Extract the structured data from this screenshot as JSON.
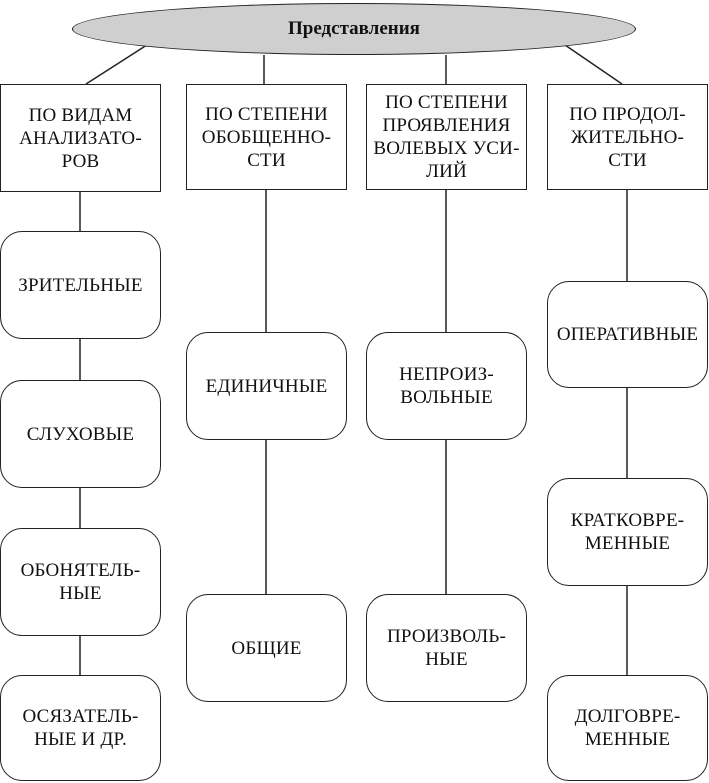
{
  "root": {
    "label": "Представления"
  },
  "categories": [
    {
      "label": "ПО ВИДАМ\nАНАЛИЗАТО-\nРОВ",
      "items": [
        "ЗРИТЕЛЬНЫЕ",
        "СЛУХОВЫЕ",
        "ОБОНЯТЕЛЬ-\nНЫЕ",
        "ОСЯЗАТЕЛЬ-\nНЫЕ И ДР."
      ]
    },
    {
      "label": "ПО СТЕПЕНИ\nОБОБЩЕННО-\nСТИ",
      "items": [
        "ЕДИНИЧНЫЕ",
        "ОБЩИЕ"
      ]
    },
    {
      "label": "ПО СТЕПЕНИ\nПРОЯВЛЕНИЯ\nВОЛЕВЫХ УСИ-\nЛИЙ",
      "items": [
        "НЕПРОИЗ-\nВОЛЬНЫЕ",
        "ПРОИЗВОЛЬ-\nНЫЕ"
      ]
    },
    {
      "label": "ПО ПРОДОЛ-\nЖИТЕЛЬНО-\nСТИ",
      "items": [
        "ОПЕРАТИВНЫЕ",
        "КРАТКОВРЕ-\nМЕННЫЕ",
        "ДОЛГОВРЕ-\nМЕННЫЕ"
      ]
    }
  ]
}
